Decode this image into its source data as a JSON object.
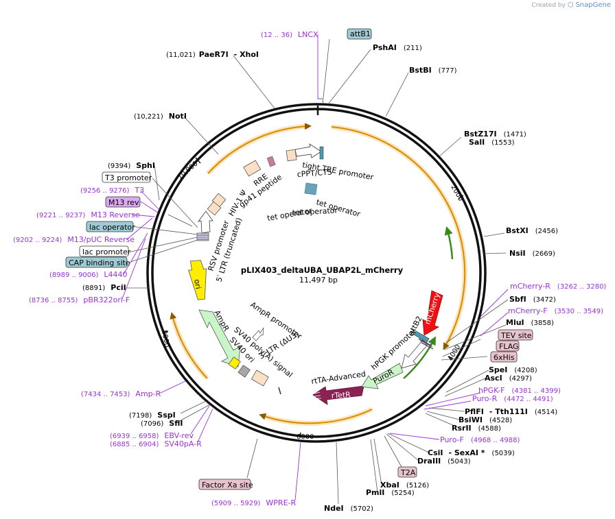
{
  "credit": {
    "prefix": "Created by",
    "brand": "SnapGene"
  },
  "plasmid": {
    "name": "pLIX403_deltaUBA_UBAP2L_mCherry",
    "size": "11,497 bp"
  },
  "ticks": [
    "10,000",
    "2000",
    "4000",
    "6000",
    "8000"
  ],
  "sites": [
    {
      "name": "PaeR7I",
      "suffix": "- XhoI",
      "coord": "(11,021)"
    },
    {
      "name": "PshAI",
      "coord": "(211)"
    },
    {
      "name": "BstBI",
      "coord": "(777)"
    },
    {
      "name": "BstZ17I",
      "coord": "(1471)"
    },
    {
      "name": "SalI",
      "coord": "(1553)"
    },
    {
      "name": "BstXI",
      "coord": "(2456)"
    },
    {
      "name": "NsiI",
      "coord": "(2669)"
    },
    {
      "name": "SbfI",
      "coord": "(3472)"
    },
    {
      "name": "MluI",
      "coord": "(3858)"
    },
    {
      "name": "SpeI",
      "coord": "(4208)"
    },
    {
      "name": "AscI",
      "coord": "(4297)"
    },
    {
      "name": "PflFI",
      "suffix": "- Tth111I",
      "coord": "(4514)"
    },
    {
      "name": "BsiWI",
      "coord": "(4528)"
    },
    {
      "name": "RsrII",
      "coord": "(4588)"
    },
    {
      "name": "CsiI",
      "suffix": "- SexAI *",
      "coord": "(5039)"
    },
    {
      "name": "DraIII",
      "coord": "(5043)"
    },
    {
      "name": "XbaI",
      "coord": "(5126)"
    },
    {
      "name": "PmlI",
      "coord": "(5254)"
    },
    {
      "name": "NdeI",
      "coord": "(5702)"
    },
    {
      "name": "SspI",
      "coord": "(7198)"
    },
    {
      "name": "SfiI",
      "coord": "(7096)"
    },
    {
      "name": "PciI",
      "coord": "(8891)"
    },
    {
      "name": "SphI",
      "coord": "(9394)"
    },
    {
      "name": "NotI",
      "coord": "(10,221)"
    }
  ],
  "primers": [
    {
      "name": "LNCX",
      "coord": "(12 .. 36)"
    },
    {
      "name": "mCherry-R",
      "coord": "(3262 .. 3280)"
    },
    {
      "name": "mCherry-F",
      "coord": "(3530 .. 3549)"
    },
    {
      "name": "hPGK-F",
      "coord": "(4381 .. 4399)"
    },
    {
      "name": "Puro-R",
      "coord": "(4472 .. 4491)"
    },
    {
      "name": "Puro-F",
      "coord": "(4968 .. 4988)"
    },
    {
      "name": "WPRE-R",
      "coord": "(5909 .. 5929)"
    },
    {
      "name": "SV40pA-R",
      "coord": "(6885 .. 6904)"
    },
    {
      "name": "EBV-rev",
      "coord": "(6939 .. 6958)"
    },
    {
      "name": "Amp-R",
      "coord": "(7434 .. 7453)"
    },
    {
      "name": "pBR322ori-F",
      "coord": "(8736 .. 8755)"
    },
    {
      "name": "L4440",
      "coord": "(8989 .. 9006)"
    },
    {
      "name": "M13/pUC Reverse",
      "coord": "(9202 .. 9224)"
    },
    {
      "name": "M13 Reverse",
      "coord": "(9221 .. 9237)"
    },
    {
      "name": "T3",
      "coord": "(9256 .. 9276)"
    }
  ],
  "boxes": [
    {
      "name": "attB1",
      "fill": "#9ecbd6"
    },
    {
      "name": "TEV site",
      "fill": "#e8c3cd"
    },
    {
      "name": "FLAG",
      "fill": "#e8c3cd"
    },
    {
      "name": "6xHis",
      "fill": "#e8c3cd"
    },
    {
      "name": "T2A",
      "fill": "#e8c3cd"
    },
    {
      "name": "Factor Xa site",
      "fill": "#e8c3cd"
    },
    {
      "name": "T3 promoter",
      "fill": "#ffffff"
    },
    {
      "name": "M13 rev",
      "fill": "#d9a8ef"
    },
    {
      "name": "lac operator",
      "fill": "#9ecbd6"
    },
    {
      "name": "lac promoter",
      "fill": "#ffffff"
    },
    {
      "name": "CAP binding site",
      "fill": "#9ecbd6"
    }
  ],
  "features": {
    "tight_tre": "tight TRE promoter",
    "cppt": "cPPT/CTS",
    "tet_op1": "tet operator",
    "tet_op2": "tet operator",
    "tet_op3": "tet operator",
    "gp41": "gp41 peptide",
    "rre": "RRE",
    "psi": "HIV-1 Ψ",
    "rsv": "RSV promoter",
    "ltr5": "5′ LTR (truncated)",
    "ori": "ori",
    "ampr": "AmpR",
    "ampr_prom": "AmpR promoter",
    "sv40ori": "SV40 ori",
    "sv40pa": "SV40 poly(A) signal",
    "ltr3": "3′ LTR (ΔU3)",
    "rtta": "rtTA-Advanced",
    "rtetr": "rTetR",
    "puror": "PuroR",
    "hpgk": "hPGK promoter",
    "attb2": "attB2",
    "mcherry": "mCherry"
  },
  "colors": {
    "mcherry": "#ee1111",
    "rtetr": "#8b2252",
    "puror": "#c9f5c9",
    "ori": "#ffee00",
    "ampr": "#c9f5c9",
    "orf": "#ffa000",
    "primer": "#9b30d9",
    "misc": "#fce0c4",
    "cyan": "#4a9cb0"
  }
}
